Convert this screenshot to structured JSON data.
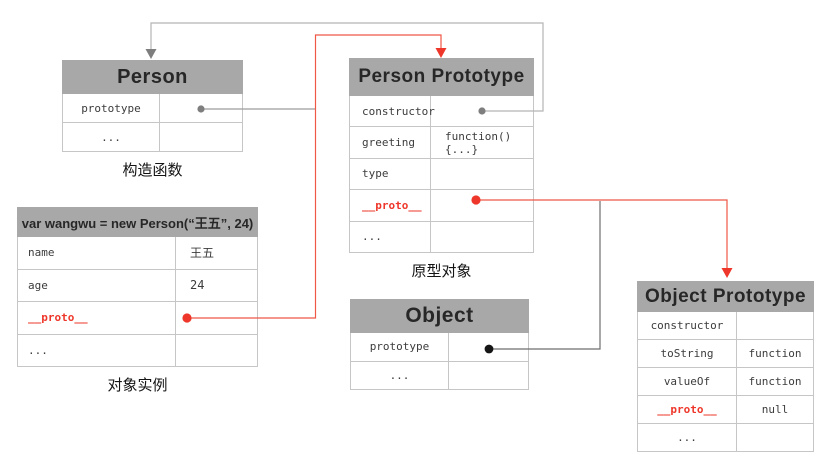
{
  "colors": {
    "header_bg": "#a8a8a8",
    "table_border": "#c6c6c6",
    "red_accent": "#ee372a",
    "red_line": "#ef5747",
    "gray_line": "#b5b5b5",
    "gray_dot": "#7e7e7e",
    "dark_line": "#6e6e6e",
    "black_dot": "#151515"
  },
  "tables": {
    "person": {
      "title": "Person",
      "caption": "构造函数",
      "rows": [
        {
          "label": "prototype",
          "value": ""
        },
        {
          "label": "...",
          "value": ""
        }
      ]
    },
    "person_prototype": {
      "title": "Person Prototype",
      "caption": "原型对象",
      "rows": [
        {
          "label": "constructor",
          "value": ""
        },
        {
          "label": "greeting",
          "value": "function(){...}"
        },
        {
          "label": "type",
          "value": ""
        },
        {
          "label": "__proto__",
          "value": ""
        },
        {
          "label": "...",
          "value": ""
        }
      ]
    },
    "instance": {
      "title": "var wangwu = new Person(“王五”, 24)",
      "caption": "对象实例",
      "rows": [
        {
          "label": "name",
          "value": "王五"
        },
        {
          "label": "age",
          "value": "24"
        },
        {
          "label": "__proto__",
          "value": ""
        },
        {
          "label": "...",
          "value": ""
        }
      ]
    },
    "object": {
      "title": "Object",
      "rows": [
        {
          "label": "prototype",
          "value": ""
        },
        {
          "label": "...",
          "value": ""
        }
      ]
    },
    "object_prototype": {
      "title": "Object Prototype",
      "rows": [
        {
          "label": "constructor",
          "value": ""
        },
        {
          "label": "toString",
          "value": "function"
        },
        {
          "label": "valueOf",
          "value": "function"
        },
        {
          "label": "__proto__",
          "value": "null"
        },
        {
          "label": "...",
          "value": ""
        }
      ]
    }
  },
  "edges": [
    {
      "from": "PersonPrototype.constructor",
      "to": "Person",
      "color": "gray"
    },
    {
      "from": "Person.prototype",
      "to": "Person Prototype",
      "color": "gray"
    },
    {
      "from": "wangwu.__proto__",
      "to": "Person Prototype",
      "color": "red"
    },
    {
      "from": "PersonPrototype.__proto__",
      "to": "Object Prototype",
      "color": "red"
    },
    {
      "from": "Object.prototype",
      "to": "Object Prototype",
      "color": "gray"
    }
  ]
}
